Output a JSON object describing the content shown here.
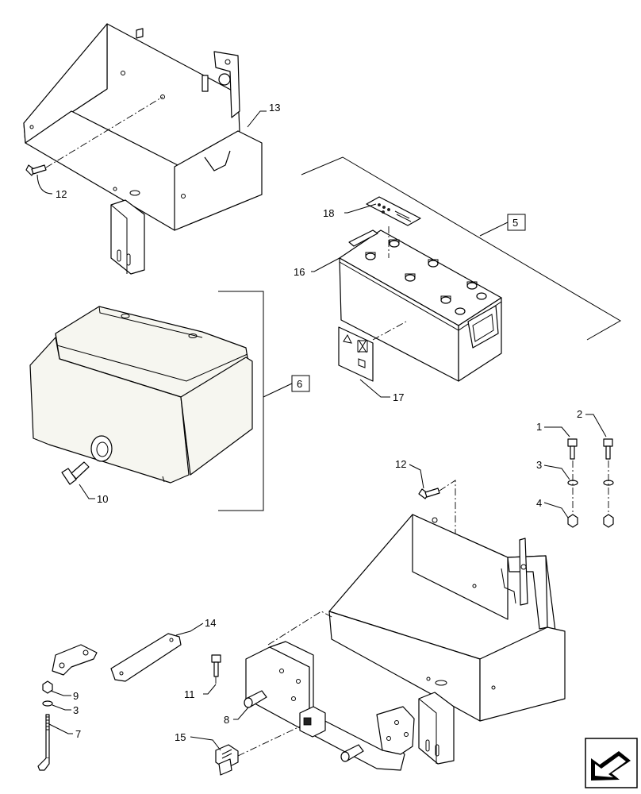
{
  "callouts": {
    "c1": "1",
    "c2": "2",
    "c3a": "3",
    "c3b": "3",
    "c4": "4",
    "c5": "5",
    "c6": "6",
    "c7": "7",
    "c8": "8",
    "c9": "9",
    "c10": "10",
    "c11": "11",
    "c12a": "12",
    "c12b": "12",
    "c13": "13",
    "c14": "14",
    "c15": "15",
    "c16": "16",
    "c17": "17",
    "c18": "18"
  },
  "boxed_callouts": [
    "5",
    "6"
  ],
  "icons": {
    "direction_arrow": "front-direction-arrow-icon",
    "warning_decal": "battery-warning-decal-icon"
  }
}
